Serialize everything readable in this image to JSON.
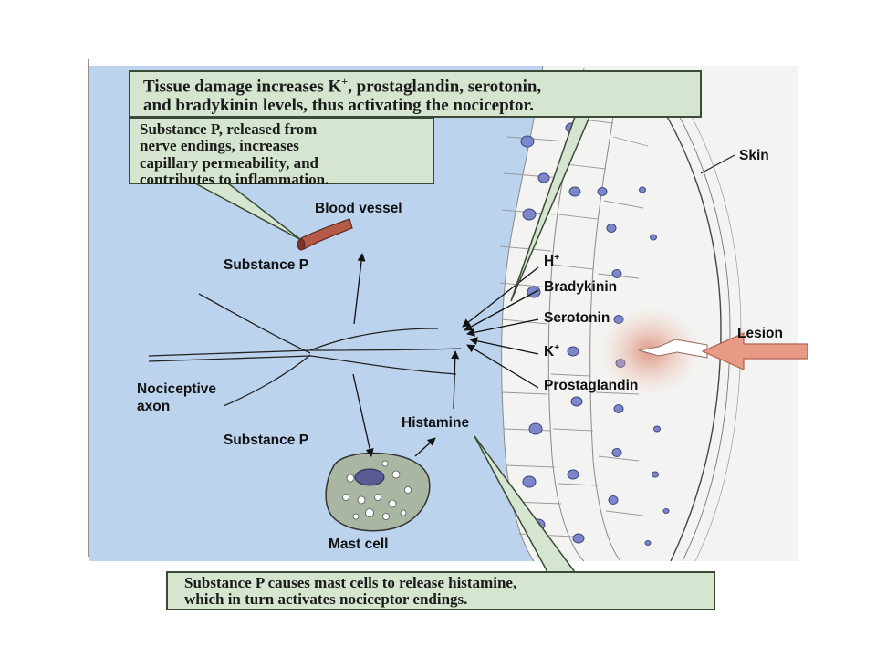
{
  "callouts": {
    "tissue_damage": {
      "line1_pre": "Tissue damage increases K",
      "line1_sup": "+",
      "line1_post": ", prostaglandin, serotonin,",
      "line2": "and bradykinin levels,  thus activating the nociceptor."
    },
    "substance_p_release": {
      "line1": "Substance P, released from",
      "line2": "nerve endings, increases",
      "line3": "capillary permeability, and",
      "line4": "contributes to inflammation."
    },
    "mast_cell_histamine": {
      "line1": "Substance P causes mast cells to release histamine,",
      "line2": "which in turn activates nociceptor endings."
    }
  },
  "labels": {
    "blood_vessel": "Blood vessel",
    "substance_p_upper": "Substance P",
    "substance_p_lower": "Substance P",
    "nociceptive_axon_1": "Nociceptive",
    "nociceptive_axon_2": "axon",
    "histamine": "Histamine",
    "mast_cell": "Mast cell",
    "skin": "Skin",
    "lesion": "Lesion",
    "h_plus_base": "H",
    "h_plus_sup": "+",
    "bradykinin": "Bradykinin",
    "serotonin": "Serotonin",
    "k_plus_base": "K",
    "k_plus_sup": "+",
    "prostaglandin": "Prostaglandin"
  },
  "colors": {
    "tissue_blue": "#bcd3ee",
    "skin_white": "#f4f4f2",
    "callout_green": "#d6e5cf",
    "blood_vessel": "#b65a48",
    "lesion_arrow": "#e99a84",
    "mast_cell": "#a9b6a2",
    "nucleus": "#5a5a92"
  }
}
